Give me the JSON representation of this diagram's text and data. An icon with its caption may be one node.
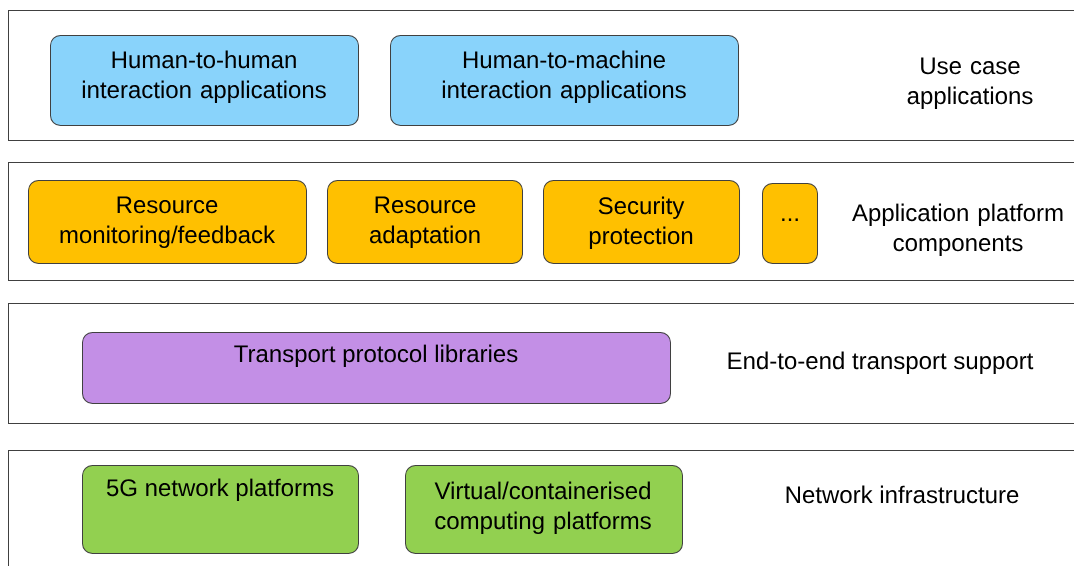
{
  "diagram": {
    "nodes": [
      {
        "text": [
          "Use case applications"
        ]
      },
      {
        "text": [
          "Human-to-human interaction applications"
        ],
        "in": 0
      },
      {
        "text": [
          "Human-to-machine interaction applications"
        ],
        "in": 0
      },
      {
        "text": [
          "Application platform components"
        ]
      },
      {
        "text": [
          "Resource monitoring/feedback"
        ],
        "in": 3
      },
      {
        "text": [
          "Resource adaptation"
        ],
        "in": 3
      },
      {
        "text": [
          "Security protection"
        ],
        "in": 3
      },
      {
        "text": [
          "..."
        ],
        "in": 3
      },
      {
        "text": [
          "End-to-end transport support"
        ]
      },
      {
        "text": [
          "Transport protocol libraries"
        ],
        "in": 8
      },
      {
        "text": [
          "Network infrastructure"
        ]
      },
      {
        "text": [
          "5G network platforms"
        ],
        "in": 10
      },
      {
        "text": [
          "Virtual/containerised computing platforms"
        ],
        "in": 10
      }
    ]
  }
}
